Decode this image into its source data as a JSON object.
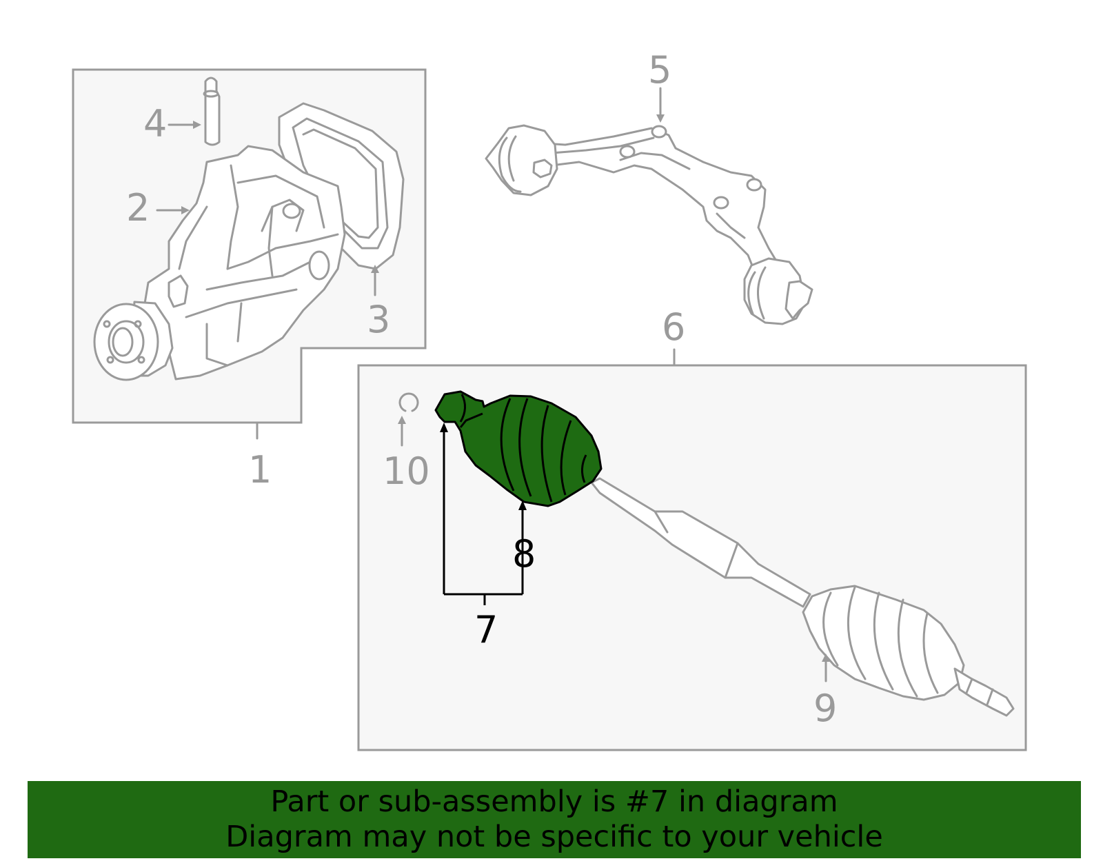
{
  "callouts": {
    "c1": "1",
    "c2": "2",
    "c3": "3",
    "c4": "4",
    "c5": "5",
    "c6": "6",
    "c7": "7",
    "c8": "8",
    "c9": "9",
    "c10": "10"
  },
  "highlighted_part": "7",
  "colors": {
    "line": "#9a9a9a",
    "box_fill": "#f7f7f7",
    "highlight_part": "#1e6b12",
    "banner": "#1f6a12"
  },
  "banner": {
    "line1": "Part or sub-assembly is #7 in diagram",
    "line2": "Diagram may not be specific to your vehicle"
  }
}
